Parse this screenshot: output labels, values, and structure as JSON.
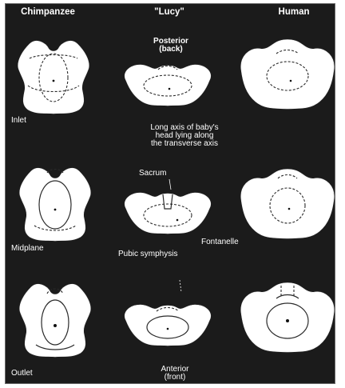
{
  "headers": {
    "chimp": "Chimpanzee",
    "lucy": "\"Lucy\"",
    "human": "Human"
  },
  "row_labels": {
    "inlet": "Inlet",
    "midplane": "Midplane",
    "outlet": "Outlet"
  },
  "annotations": {
    "posterior": "Posterior",
    "posterior_sub": "(back)",
    "long_axis_1": "Long axis of baby's",
    "long_axis_2": "head lying along",
    "long_axis_3": "the transverse axis",
    "sacrum": "Sacrum",
    "fontanelle": "Fontanelle",
    "pubic_symphysis": "Pubic symphysis",
    "anterior": "Anterior",
    "anterior_sub": "(front)"
  },
  "colors": {
    "background": "#1b1b1b",
    "bone": "#ffffff",
    "text": "#ffffff"
  }
}
